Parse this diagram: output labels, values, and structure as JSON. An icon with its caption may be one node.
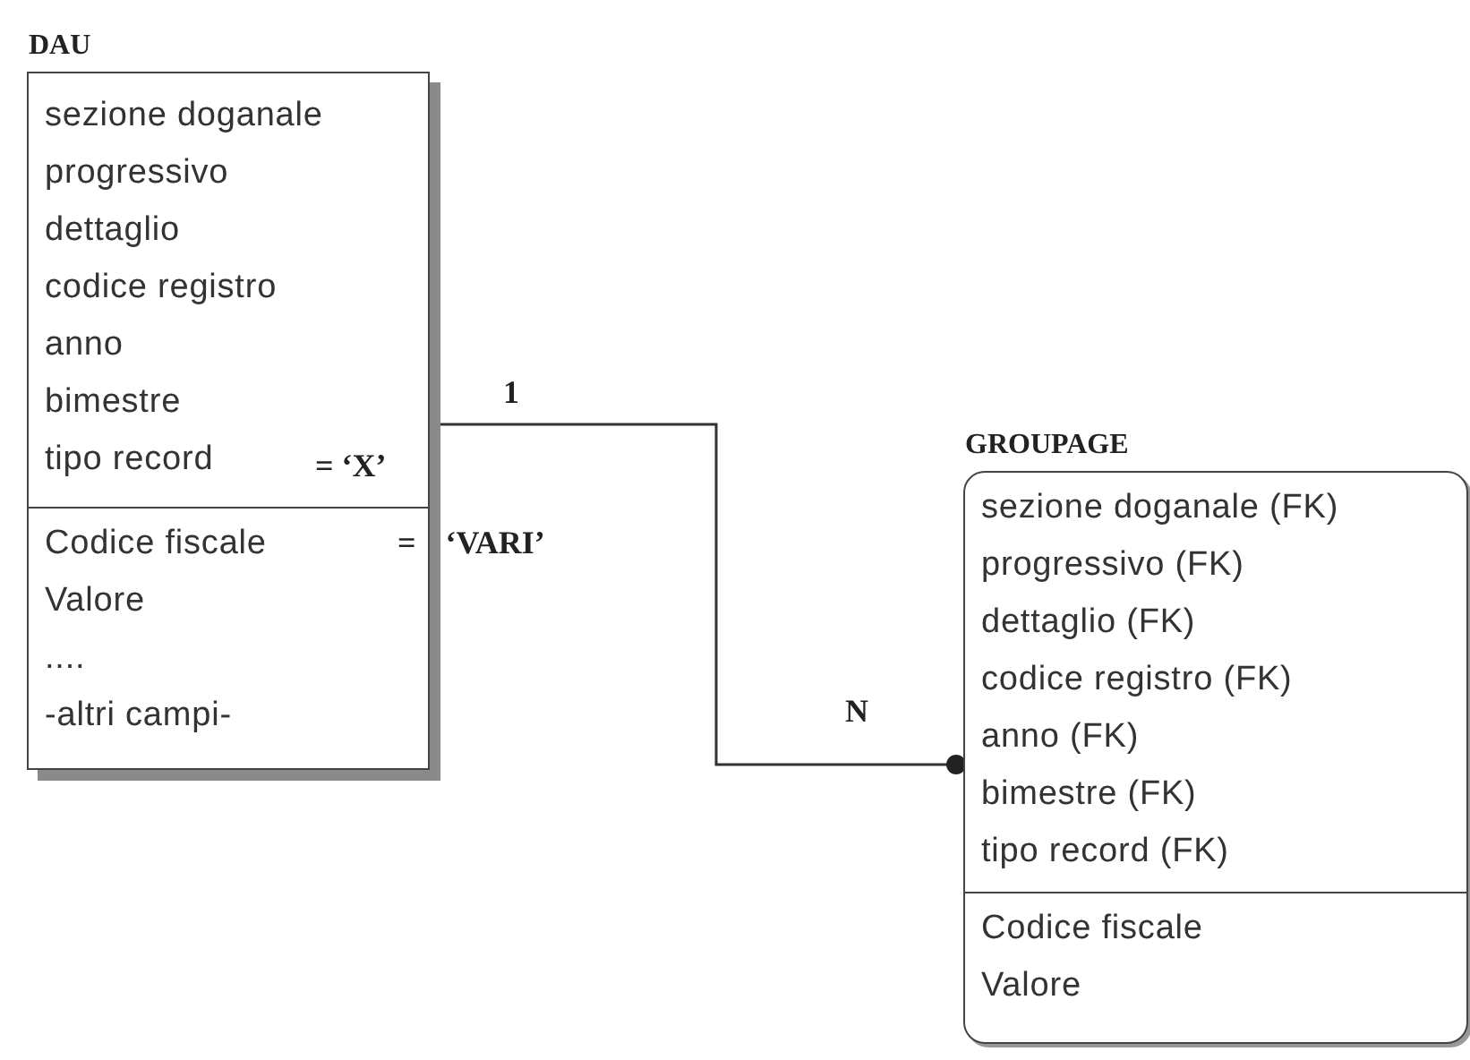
{
  "diagram": {
    "nodes": [
      {
        "text": [
          "DAU"
        ]
      },
      {
        "text": [
          "sezione doganale",
          "progressivo",
          "dettaglio",
          "codice registro",
          "anno",
          "bimestre",
          "tipo record"
        ],
        "in": 0
      },
      {
        "text": [
          "Codice fiscale",
          "Valore",
          "....",
          "-altri campi-"
        ],
        "in": 0
      },
      {
        "text": [
          "GROUPAGE"
        ]
      },
      {
        "text": [
          "sezione doganale (FK)",
          "progressivo (FK)",
          "dettaglio (FK)",
          "codice registro (FK)",
          "anno (FK)",
          "bimestre (FK)",
          "tipo record (FK)"
        ],
        "in": 3
      },
      {
        "text": [
          "Codice fiscale",
          "Valore"
        ],
        "in": 3
      }
    ],
    "edges": [
      {
        "from": 0,
        "to": 3,
        "arrow": "other"
      }
    ],
    "labels": [
      "1",
      "= ‘X’",
      "= ‘VARI’",
      "N"
    ]
  }
}
